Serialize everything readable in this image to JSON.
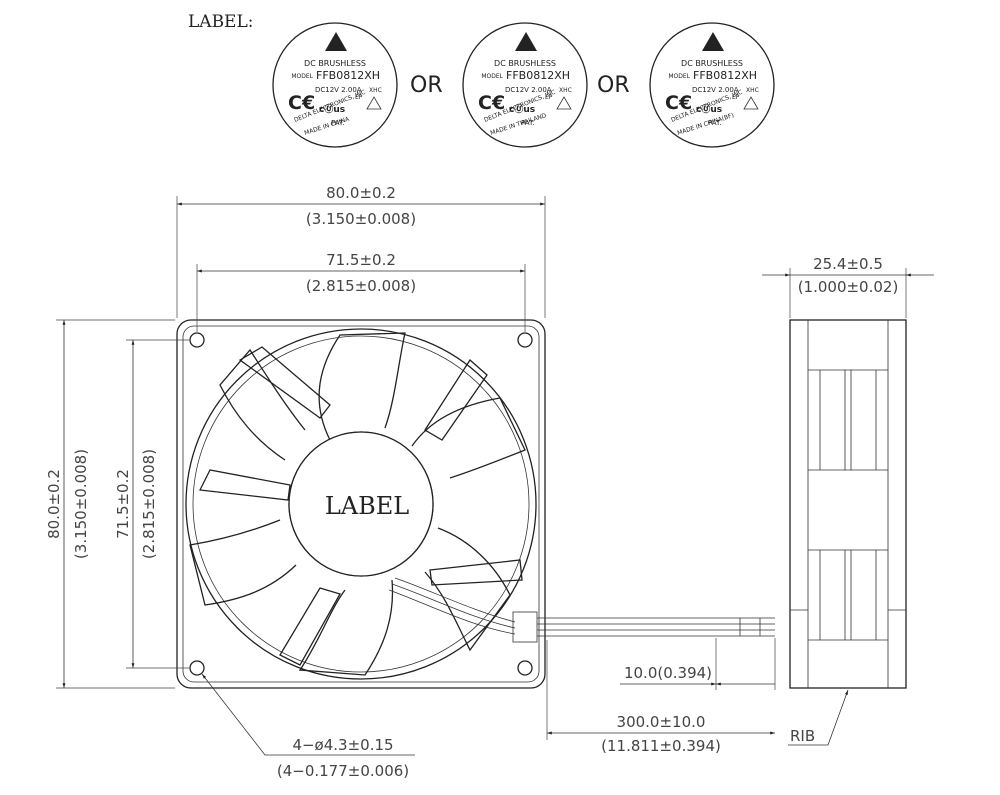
{
  "label_heading": "LABEL:",
  "labels": [
    {
      "line1": "DC  BRUSHLESS",
      "model_prefix": "MODEL",
      "model": "FFB0812XH",
      "rating": "DC12V   2.00A",
      "code": "XHC",
      "ep": "EP",
      "pat": "PAT.",
      "maker": "DELTA  ELECTRONICS, INC",
      "origin": "MADE  IN  CHINA"
    },
    {
      "line1": "DC  BRUSHLESS",
      "model_prefix": "MODEL",
      "model": "FFB0812XH",
      "rating": "DC12V   2.00A",
      "code": "XHC",
      "ep": "EP",
      "pat": "PAT.",
      "maker": "DELTA  ELECTRONICS, INC",
      "origin": "MADE  IN  THAILAND"
    },
    {
      "line1": "DC  BRUSHLESS",
      "model_prefix": "MODEL",
      "model": "FFB0812XH",
      "rating": "DC12V   2.00A",
      "code": "XHC",
      "ep": "EP",
      "pat": "PAT.",
      "maker": "DELTA  ELECTRONICS, INC",
      "origin": "MADE  IN  CHINA(BF)"
    }
  ],
  "or_text": "OR",
  "hub_label": "LABEL",
  "dims": {
    "width_mm": "80.0±0.2",
    "width_in": "(3.150±0.008)",
    "hole_mm": "71.5±0.2",
    "hole_in": "(2.815±0.008)",
    "depth_mm": "25.4±0.5",
    "depth_in": "(1.000±0.02)",
    "height_mm": "80.0±0.2",
    "height_in": "(3.150±0.008)",
    "vhole_mm": "71.5±0.2",
    "vhole_in": "(2.815±0.008)",
    "strip_mm": "10.0(0.394)",
    "lead_mm": "300.0±10.0",
    "lead_in": "(11.811±0.394)",
    "holes_mm": "4−ø4.3±0.15",
    "holes_in": "(4−0.177±0.006)",
    "rib": "RIB"
  }
}
